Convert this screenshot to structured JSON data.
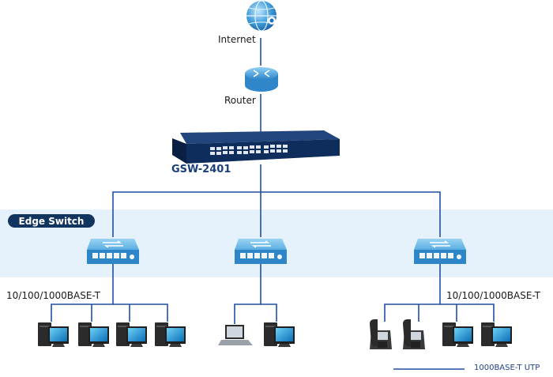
{
  "nodes": {
    "internet": "Internet",
    "router": "Router",
    "core_switch": "GSW-2401",
    "edge_switch_group": "Edge Switch"
  },
  "labels": {
    "left_link": "10/100/1000BASE-T",
    "right_link": "10/100/1000BASE-T"
  },
  "legend": {
    "utp": "1000BASE-T UTP"
  },
  "colors": {
    "line": "#1f4ea3",
    "band": "#e5f2fb",
    "badge": "#12355f",
    "switch_body": "#0f2d5c",
    "edge_switch": "#3e9bd8"
  },
  "icons": [
    "globe-icon",
    "router-icon",
    "core-switch-icon",
    "edge-switch-icon",
    "desktop-pc-icon",
    "laptop-icon",
    "ip-phone-icon"
  ]
}
